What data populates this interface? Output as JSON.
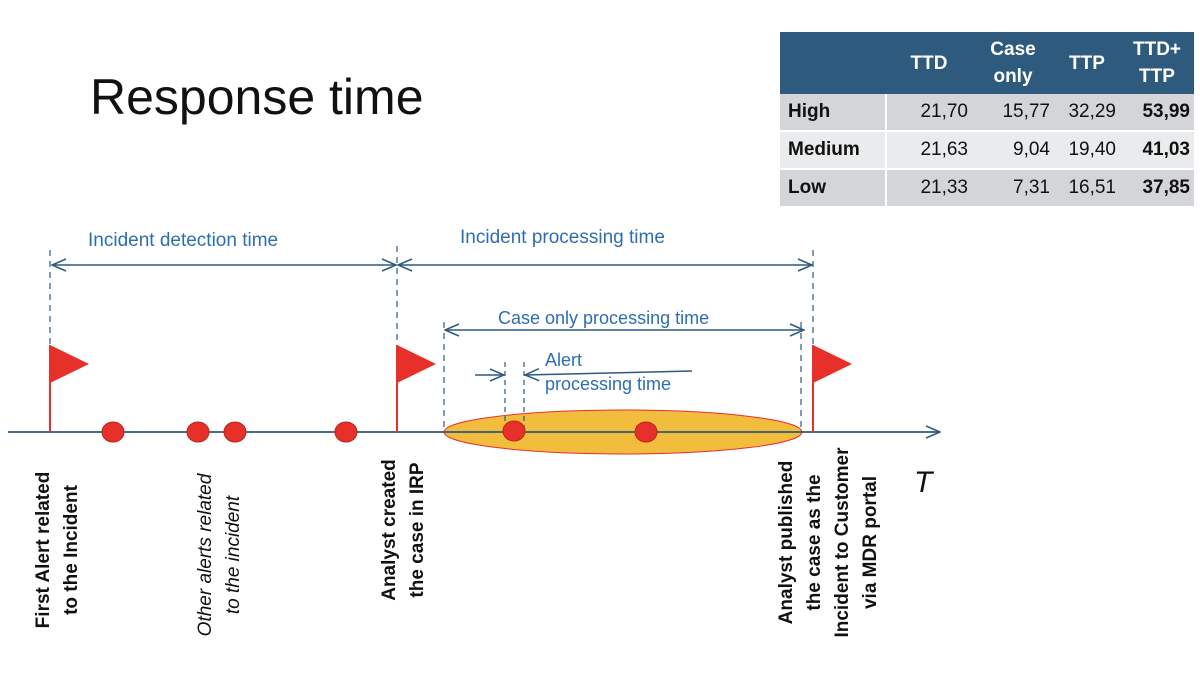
{
  "slide": {
    "title": "Response time"
  },
  "table": {
    "headers": {
      "empty": "",
      "ttd": "TTD",
      "case_only_1": "Case",
      "case_only_2": "only",
      "ttp": "TTP",
      "ttd_ttp_1": "TTD+",
      "ttd_ttp_2": "TTP"
    },
    "rows": [
      {
        "label": "High",
        "ttd": "21,70",
        "case_only": "15,77",
        "ttp": "32,29",
        "ttd_ttp": "53,99"
      },
      {
        "label": "Medium",
        "ttd": "21,63",
        "case_only": "9,04",
        "ttp": "19,40",
        "ttd_ttp": "41,03"
      },
      {
        "label": "Low",
        "ttd": "21,33",
        "case_only": "7,31",
        "ttp": "16,51",
        "ttd_ttp": "37,85"
      }
    ]
  },
  "timeline": {
    "incident_detection_label": "Incident detection time",
    "incident_processing_label": "Incident processing time",
    "case_only_label": "Case only processing time",
    "alert_processing_label_1": "Alert",
    "alert_processing_label_2": "processing time",
    "axis_label": "T",
    "colors": {
      "arrow": "#2e5a7e",
      "label": "#2e6db4",
      "flag": "#e8302a",
      "dot": "#e8302a",
      "ellipse": "#f2bd3c"
    },
    "events": {
      "first_alert_1": "First Alert related",
      "first_alert_2": "to the Incident",
      "other_alerts_1": "Other alerts related",
      "other_alerts_2": "to the incident",
      "analyst_created_1": "Analyst created",
      "analyst_created_2": "the case in IRP",
      "analyst_published_1": "Analyst published",
      "analyst_published_2": "the case as the",
      "analyst_published_3": "Incident to Customer",
      "analyst_published_4": "via MDR portal"
    }
  }
}
